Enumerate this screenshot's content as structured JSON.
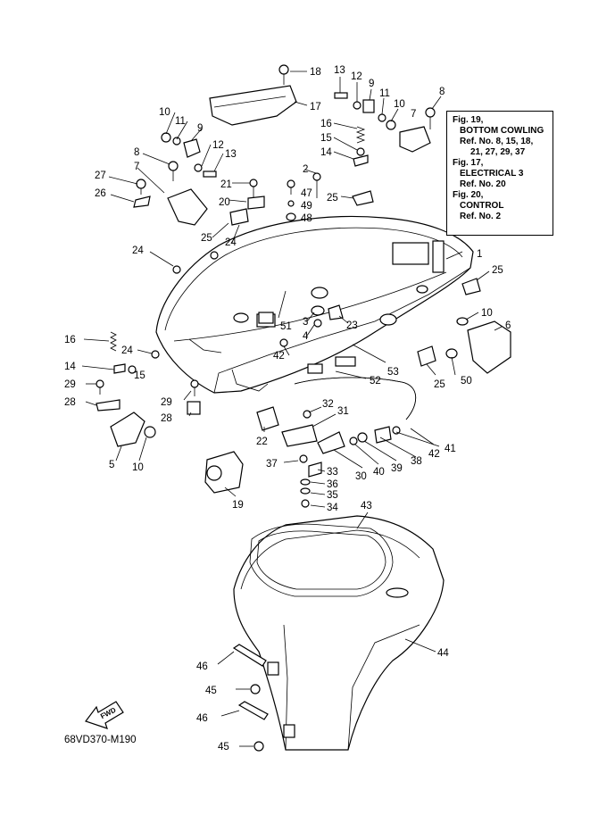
{
  "diagram_code": "68VD370-M190",
  "fwd_label": "FWD",
  "reference_box": {
    "lines": [
      "Fig. 19,",
      "BOTTOM COWLING",
      "Ref. No. 8, 15, 18,",
      "21, 27, 29, 37",
      "Fig. 17,",
      "ELECTRICAL 3",
      "Ref. No. 20",
      "Fig. 20,",
      "CONTROL",
      "Ref. No. 2"
    ]
  },
  "callouts": [
    "18",
    "17",
    "13",
    "12",
    "9",
    "11",
    "10",
    "8",
    "10",
    "11",
    "9",
    "12",
    "13",
    "16",
    "15",
    "14",
    "7",
    "8",
    "27",
    "7",
    "26",
    "21",
    "20",
    "2",
    "47",
    "49",
    "48",
    "25",
    "25",
    "24",
    "24",
    "1",
    "25",
    "10",
    "6",
    "16",
    "24",
    "14",
    "15",
    "29",
    "28",
    "29",
    "28",
    "5",
    "10",
    "51",
    "3",
    "4",
    "23",
    "42",
    "53",
    "52",
    "25",
    "50",
    "22",
    "32",
    "31",
    "37",
    "33",
    "36",
    "35",
    "34",
    "30",
    "40",
    "39",
    "38",
    "42",
    "41",
    "19",
    "43",
    "44",
    "46",
    "45",
    "46",
    "45"
  ]
}
